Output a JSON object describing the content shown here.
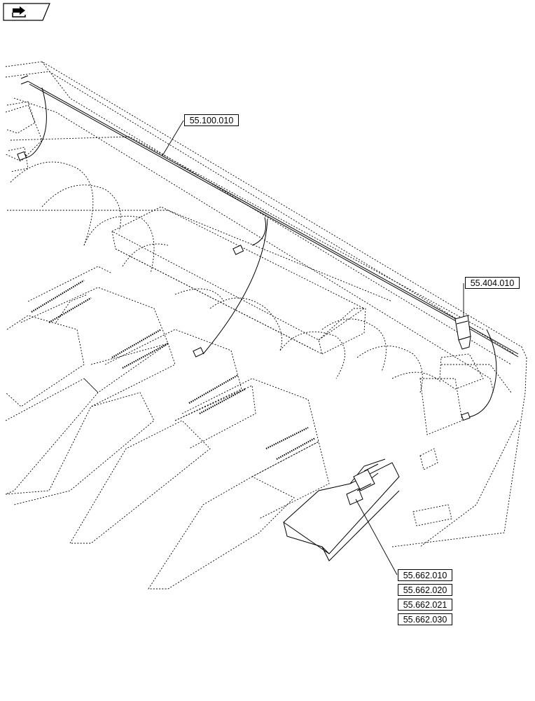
{
  "navigation": {
    "icon": "back-arrow-icon"
  },
  "callouts": {
    "harness_main": "55.100.010",
    "module": "55.404.010",
    "sensor_group": [
      "55.662.010",
      "55.662.020",
      "55.662.021",
      "55.662.030"
    ]
  }
}
